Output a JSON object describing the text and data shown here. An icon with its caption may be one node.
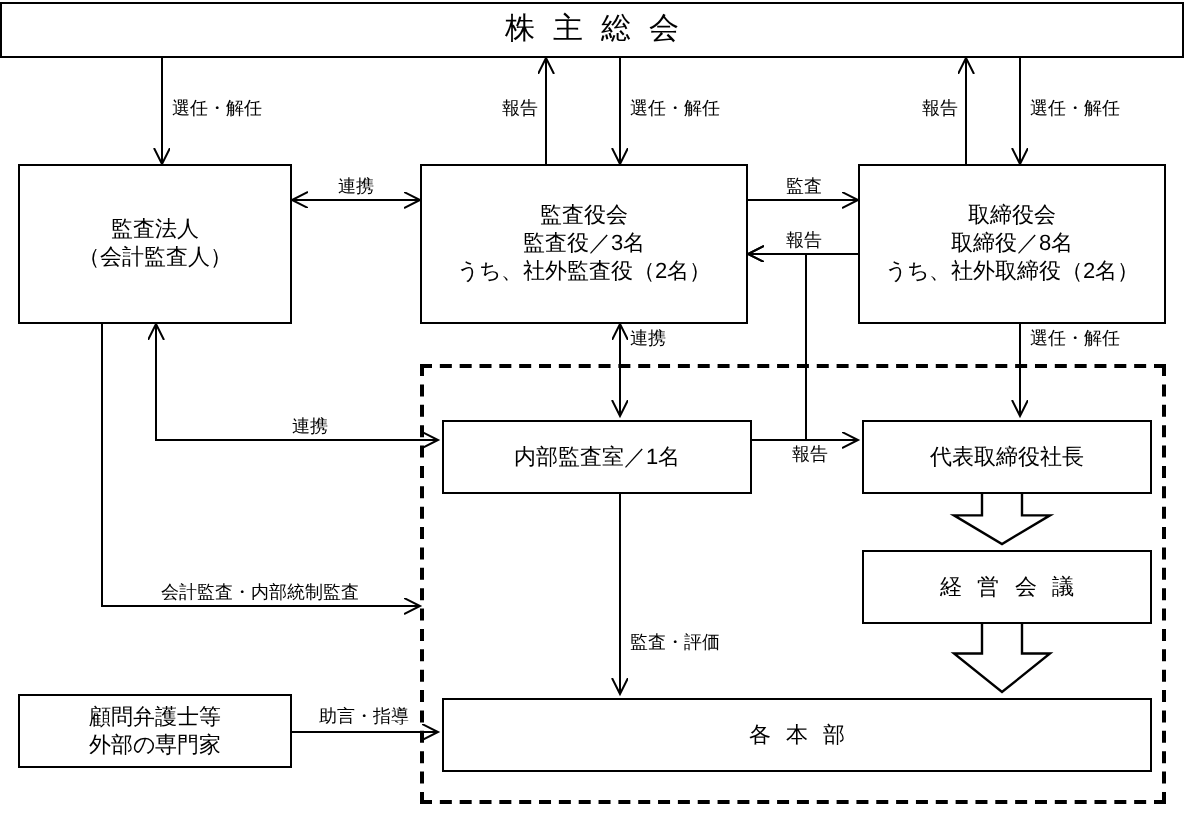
{
  "diagram": {
    "nodes": [
      {
        "text": [
          "株主総会"
        ]
      },
      {
        "text": [
          "監査法人",
          "（会計監査人）"
        ]
      },
      {
        "text": [
          "監査役会",
          "監査役／3名",
          "うち、社外監査役（2名）"
        ]
      },
      {
        "text": [
          "取締役会",
          "取締役／8名",
          "うち、社外取締役（2名）"
        ]
      },
      {
        "text": [],
        "shape": "box"
      },
      {
        "text": [
          "内部監査室／1名"
        ],
        "in": 4
      },
      {
        "text": [
          "代表取締役社長"
        ],
        "in": 4
      },
      {
        "text": [
          "経営会議"
        ],
        "in": 4
      },
      {
        "text": [
          "各本部"
        ],
        "in": 4
      },
      {
        "text": [
          "顧問弁護士等",
          "外部の専門家"
        ]
      }
    ],
    "edges": [
      {
        "from": 0,
        "to": 1,
        "arrow": "to",
        "label": "選任・解任"
      },
      {
        "from": 2,
        "to": 0,
        "arrow": "to",
        "label": "報告"
      },
      {
        "from": 0,
        "to": 2,
        "arrow": "to",
        "label": "選任・解任"
      },
      {
        "from": 3,
        "to": 0,
        "arrow": "to",
        "label": "報告"
      },
      {
        "from": 0,
        "to": 3,
        "arrow": "to",
        "label": "選任・解任"
      },
      {
        "from": 1,
        "to": 2,
        "arrow": "both",
        "label": "連携"
      },
      {
        "from": 2,
        "to": 3,
        "arrow": "to",
        "label": "監査"
      },
      {
        "from": 3,
        "to": 2,
        "arrow": "to",
        "label": "報告"
      },
      {
        "from": 2,
        "to": 5,
        "arrow": "both",
        "label": "連携"
      },
      {
        "from": 1,
        "to": 5,
        "arrow": "both",
        "label": "連携"
      },
      {
        "from": 3,
        "to": 6,
        "arrow": "to",
        "label": "選任・解任"
      },
      {
        "from": 5,
        "to": 6,
        "arrow": "to",
        "label": "報告"
      },
      {
        "from": 5,
        "to": 2,
        "arrow": "to"
      },
      {
        "from": 1,
        "to": 4,
        "arrow": "to",
        "label": "会計監査・内部統制監査"
      },
      {
        "from": 5,
        "to": 8,
        "arrow": "to",
        "label": "監査・評価"
      },
      {
        "from": 9,
        "to": 8,
        "arrow": "to",
        "label": "助言・指導"
      },
      {
        "from": 6,
        "to": 7,
        "arrow": "to",
        "style": "thick"
      },
      {
        "from": 7,
        "to": 8,
        "arrow": "to",
        "style": "thick"
      }
    ]
  }
}
